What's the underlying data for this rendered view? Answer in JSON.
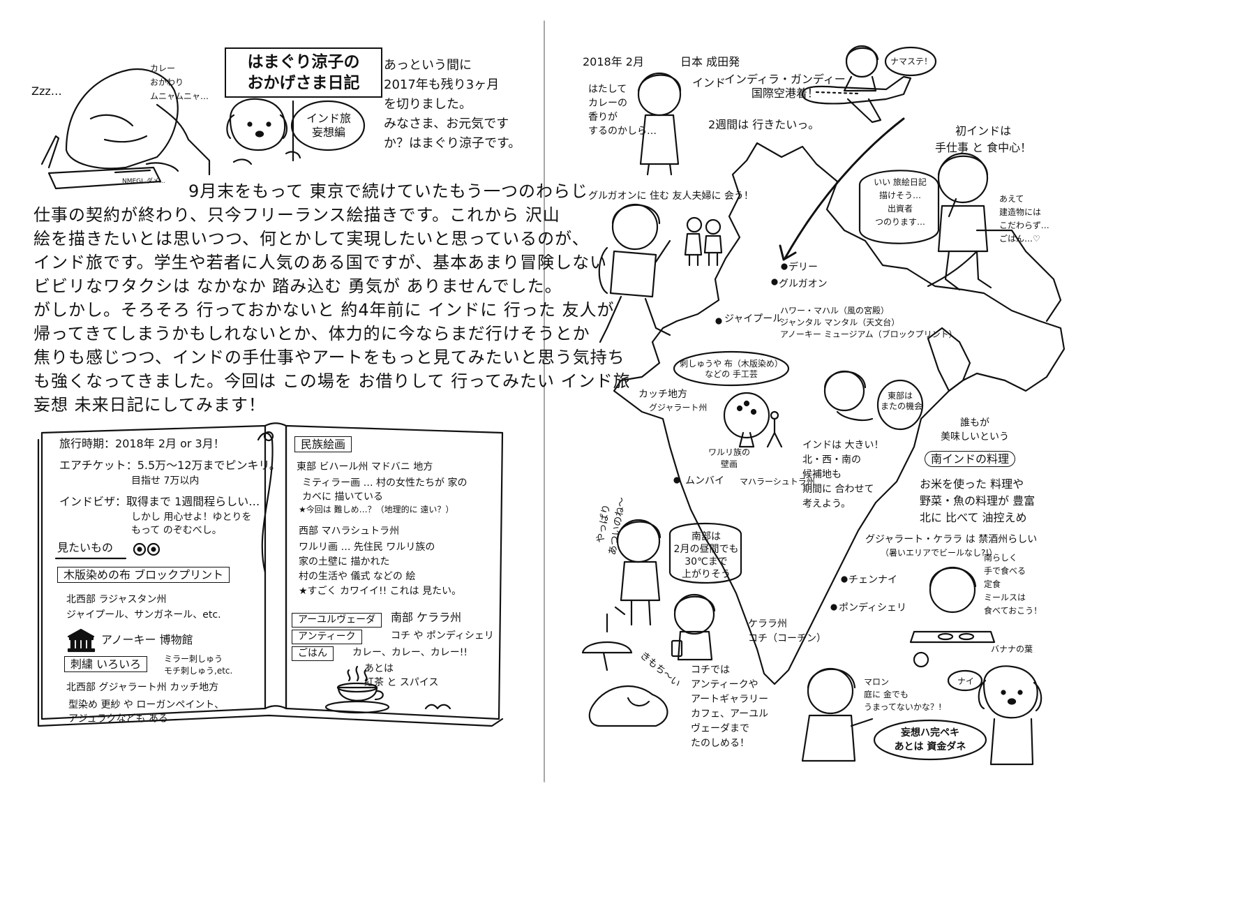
{
  "left": {
    "title_line1": "はまぐり涼子の",
    "title_line2": "おかげさま日記",
    "sign_bubble": "インド旅\n妄想編",
    "sleep_sound": "Zzz…",
    "dream_text": "カレー\nおかわり\nムニャムニャ…",
    "greeting": "あっという間に\n2017年も残り3ヶ月\nを切りました。\nみなさま、お元気です\nか？はまぐり涼子です。",
    "body_lines": [
      "9月末をもって 東京で続けていたもう一つのわらじ",
      "仕事の契約が終わり、只今フリーランス絵描きです。これから 沢山",
      "絵を描きたいとは思いつつ、何とかして実現したいと思っているのが、",
      "インド旅です。学生や若者に人気のある国ですが、基本あまり冒険しない",
      "ビビリなワタクシは なかなか 踏み込む 勇気が ありませんでした。",
      "がしかし。そろそろ 行っておかないと 約4年前に インドに 行った 友人が",
      "帰ってきてしまうかもしれないとか、体力的に今ならまだ行けそうとか",
      "焦りも感じつつ、インドの手仕事やアートをもっと見てみたいと思う気持ち",
      "も強くなってきました。今回は この場を お借りして 行ってみたい インド旅",
      "妄想 未来日記にしてみます！"
    ],
    "notebook": {
      "period_label": "旅行時期",
      "period_value": "：2018年 2月 or 3月！",
      "ticket_label": "エアチケット",
      "ticket_value": "：5.5万～12万までピンキリ。",
      "ticket_sub": "目指せ 7万以内",
      "visa_label": "インドビザ",
      "visa_value": "：取得まで 1週間程らしい…",
      "visa_sub": "しかし 用心せよ！ゆとりを\nもって のぞむべし。",
      "want_label": "見たいもの",
      "block_print": "木版染めの布 ブロックプリント",
      "block_region": "北西部 ラジャスタン州\nジャイプール、サンガネール、etc.",
      "museum": "アノーキー 博物館",
      "embroidery": "刺繍 いろいろ",
      "embroidery_items": "ミラー刺しゅう\nモチ刺しゅう,etc.",
      "embroidery_region": "北西部 グジャラート州 カッチ地方",
      "embroidery_more": "型染め 更紗 や ローガンペイント、\nアジュラクなども ある",
      "folk_painting": "民族絵画",
      "madhubani": "東部 ビハール州 マドバニ 地方",
      "mithila": "ミティラー画 … 村の女性たちが 家の\nカベに 描いている",
      "mithila_note": "★今回は 難しめ…？（地理的に 遠い？）",
      "west": "西部 マハラシュトラ州",
      "warli": "ワルリ画 … 先住民 ワルリ族の\n家の土壁に 描かれた\n村の生活や 儀式 などの 絵",
      "warli_note": "★すごく カワイイ!! これは 見たい。",
      "ayurveda": "アーユルヴェーダ",
      "antique": "アンティーク",
      "gohan": "ごはん",
      "south": "南部 ケララ州",
      "south_places": "コチ や ポンディシェリ",
      "curry": "カレー、カレー、カレー!!",
      "tea": "あとは\n紅茶 と スパイス"
    }
  },
  "right": {
    "date": "2018年 2月",
    "departure": "日本 成田発",
    "namaste": "ナマステ！",
    "arrival_india": "インド",
    "airport": "インディラ・ガンディー\n国際空港着！",
    "two_weeks": "2週間は 行きたいっ。",
    "curry_smell": "はたして\nカレーの\n香りが\nするのかしら…",
    "first_india": "初インドは\n手仕事 と 食中心！",
    "diary_bubble": "いい 旅絵日記\n描けそう…\n出資者\nつのります…",
    "no_architecture": "あえて\n建造物には\nこだわらず…\nごはん…♡",
    "gurgaon_friends": "グルガオンに 住む 友人夫婦に 会う！",
    "delhi": "デリー",
    "gurgaon": "グルガオン",
    "jaipur": "ジャイプール",
    "jaipur_sights": "ハワー・マハル（風の宮殿）\nジャンタル マンタル（天文台）\nアノーキー ミュージアム（ブロックプリント）",
    "crafts_bubble": "刺しゅうや 布（木版染め）\nなどの 手工芸",
    "kutch": "カッチ地方",
    "gujarat": "グジャラート州",
    "east_bubble": "東部は\nまたの機会",
    "warli_label": "ワルリ族の\n壁画",
    "maharashtra": "マハラーシュトラ州",
    "mumbai": "ムンバイ",
    "india_big": "インドは 大きい！\n北・西・南の\n候補地も\n期間に 合わせて\n考えよう。",
    "everyone_tasty": "誰もが\n美味しいという",
    "south_food": "南インドの料理",
    "south_food_desc": "お米を使った 料理や\n野菜・魚の料理が 豊富\n北に 比べて 油控えめ",
    "dry_state": "グジャラート・ケララ は 禁酒州らしい",
    "dry_sub": "（暑いエリアでビールなし?!）",
    "yappari": "やっぱり\nあついのね～",
    "south_hot": "南部は\n2月の昼間でも\n30℃まで\n上がりそう",
    "chennai": "チェンナイ",
    "pondicherry": "ポンディシェリ",
    "kerala": "ケララ州\nコチ（コーチン）",
    "kochi_desc": "コチでは\nアンティークや\nアートギャラリー\nカフェ、アーユル\nヴェーダまで\nたのしめる！",
    "kimochi": "きもち～い",
    "hand_eat": "南らしく\n手で食べる\n定食\nミールスは\n食べておこう！",
    "banana_leaf": "バナナの葉",
    "maron": "マロン\n庭に 金でも\nうまってないかな？!",
    "nai": "ナイ",
    "perfect": "妄想ハ完ペキ\nあとは 資金ダネ"
  }
}
